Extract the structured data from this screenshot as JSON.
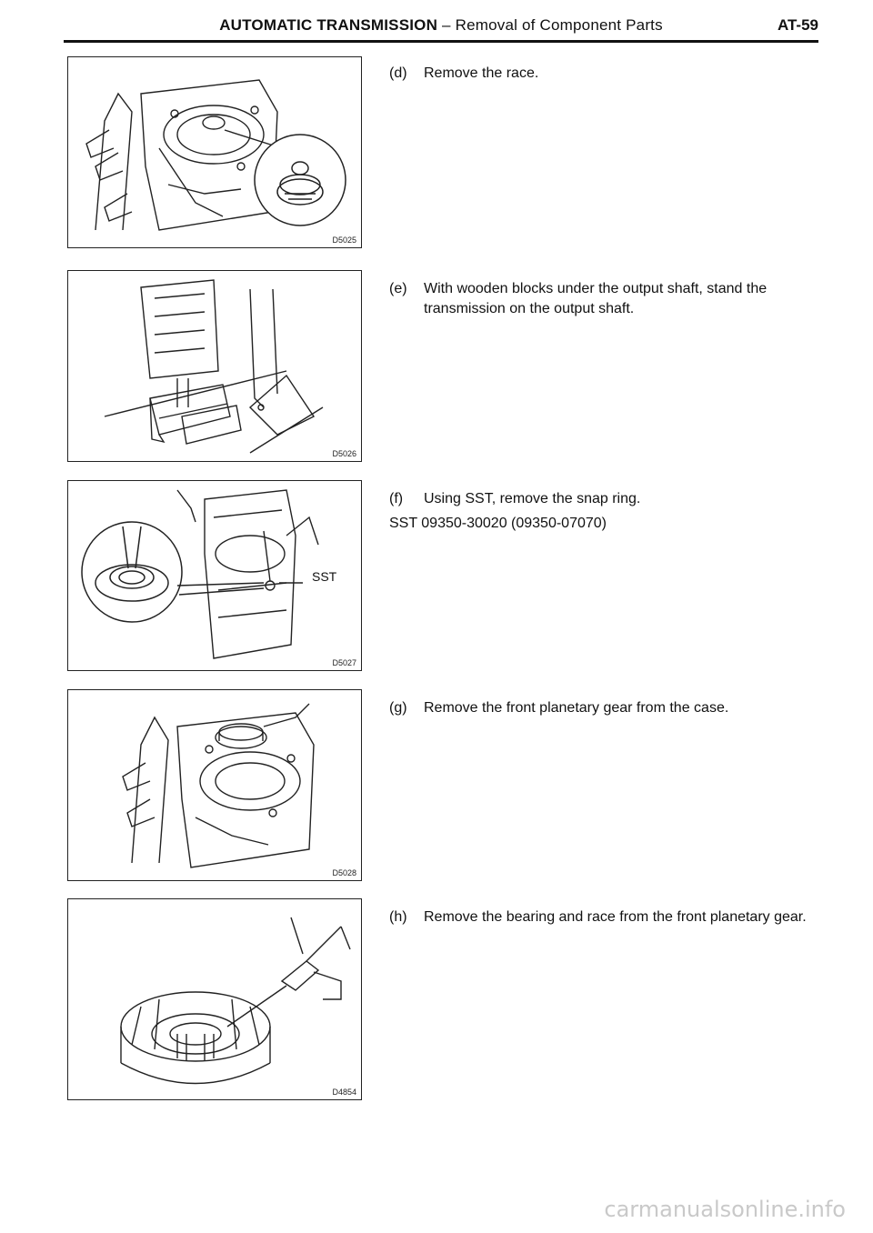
{
  "header": {
    "section": "AUTOMATIC TRANSMISSION",
    "separator": "–",
    "subtitle": "Removal of Component Parts",
    "page_number": "AT-59"
  },
  "figures": [
    {
      "code": "D5025"
    },
    {
      "code": "D5026"
    },
    {
      "code": "D5027",
      "callout": "SST"
    },
    {
      "code": "D5028"
    },
    {
      "code": "D4854"
    }
  ],
  "steps": [
    {
      "letter": "(d)",
      "text": "Remove the race."
    },
    {
      "letter": "(e)",
      "text": "With wooden blocks under the output shaft, stand the transmission on the output shaft."
    },
    {
      "letter": "(f)",
      "text": "Using SST, remove the snap ring.",
      "sst": "SST 09350-30020 (09350-07070)"
    },
    {
      "letter": "(g)",
      "text": "Remove the front planetary gear from the case."
    },
    {
      "letter": "(h)",
      "text": "Remove the bearing and race from the front planetary gear."
    }
  ],
  "footer": {
    "watermark": "carmanualsonline.info"
  }
}
